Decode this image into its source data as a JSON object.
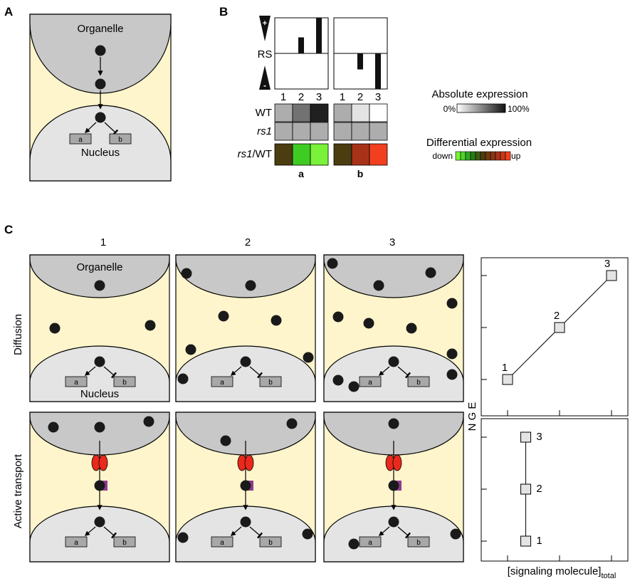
{
  "colors": {
    "cytoplasm": "#fff5cc",
    "organelle": "#c8c8c8",
    "nucleus": "#e4e4e4",
    "molecule": "#1a1a1a",
    "transporter": "#e8291c",
    "carrier": "#8e3c8e",
    "gene_box": "#a8a8a8"
  },
  "panel_a": {
    "letter": "A",
    "organelle_label": "Organelle",
    "nucleus_label": "Nucleus",
    "genes": [
      "a",
      "b"
    ]
  },
  "panel_b": {
    "letter": "B",
    "rs_label": "RS",
    "plus": "+",
    "minus": "-",
    "conditions": [
      "1",
      "2",
      "3"
    ],
    "row_labels": {
      "wt": "WT",
      "rs1": "rs1",
      "ratio_prefix": "rs1",
      "ratio_suffix": "/WT"
    },
    "genes": [
      "a",
      "b"
    ],
    "rs_values": {
      "a": [
        0,
        0.45,
        1.0
      ],
      "b": [
        0,
        -0.45,
        -1.0
      ]
    },
    "wt_expression": {
      "a": [
        0.35,
        0.6,
        0.95
      ],
      "b": [
        0.35,
        0.12,
        0.0
      ]
    },
    "rs1_expression": {
      "a": [
        0.35,
        0.35,
        0.35
      ],
      "b": [
        0.35,
        0.35,
        0.35
      ]
    },
    "ratio_colors": {
      "a": [
        "#4b3d0f",
        "#3fcc22",
        "#7af23a"
      ],
      "b": [
        "#4b3d0f",
        "#a83218",
        "#f2401f"
      ]
    },
    "legend_abs_title": "Absolute expression",
    "legend_abs_min": "0%",
    "legend_abs_max": "100%",
    "legend_diff_title": "Differential expression",
    "legend_diff_down": "down",
    "legend_diff_up": "up",
    "legend_diff_colors": [
      "#7af23a",
      "#4cd42a",
      "#2fa81e",
      "#2a7a18",
      "#3d5a14",
      "#4b3d0f",
      "#6e3a12",
      "#8a3514",
      "#a83218",
      "#c83818",
      "#f2401f"
    ]
  },
  "panel_c": {
    "letter": "C",
    "columns": [
      "1",
      "2",
      "3"
    ],
    "rows": [
      "Diffusion",
      "Active transport"
    ],
    "organelle_label": "Organelle",
    "nucleus_label": "Nucleus",
    "genes": [
      "a",
      "b"
    ],
    "y_label": "N G E",
    "x_label_main": "[signaling molecule]",
    "x_label_sub": "total",
    "diffusion_points": [
      {
        "label": "1",
        "x": 0,
        "y": 0
      },
      {
        "label": "2",
        "x": 1,
        "y": 1
      },
      {
        "label": "3",
        "x": 2,
        "y": 2
      }
    ],
    "active_points": [
      {
        "label": "1",
        "x": 0.35,
        "y": 0
      },
      {
        "label": "2",
        "x": 0.35,
        "y": 1
      },
      {
        "label": "3",
        "x": 0.35,
        "y": 2
      }
    ]
  }
}
